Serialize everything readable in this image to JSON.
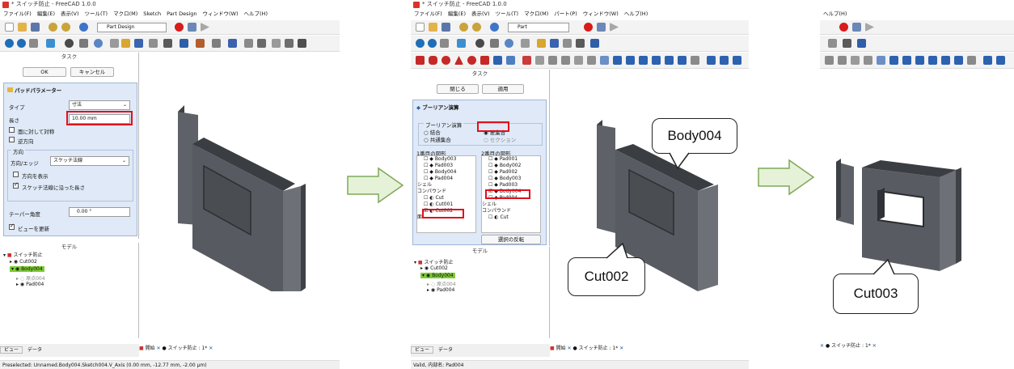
{
  "window": {
    "title": "* スイッチ防止 - FreeCAD 1.0.0"
  },
  "menu": [
    "ファイル(F)",
    "編集(E)",
    "表示(V)",
    "ツール(T)",
    "マクロ(M)",
    "Sketch",
    "Part Design",
    "ウィンドウ(W)",
    "ヘルプ(H)"
  ],
  "menu2": [
    "ファイル(F)",
    "編集(E)",
    "表示(V)",
    "ツール(T)",
    "マクロ(M)",
    "パート(P)",
    "ウィンドウ(W)",
    "ヘルプ(H)"
  ],
  "menu3": [
    "ヘルプ(H)"
  ],
  "workbench": {
    "left": "Part Design",
    "mid": "Part"
  },
  "pad": {
    "task_header": "タスク",
    "ok": "OK",
    "cancel": "キャンセル",
    "section": "パッドパラメーター",
    "type_label": "タイプ",
    "type_value": "寸法",
    "length_label": "長さ",
    "length_value": "10.00 mm",
    "symmetric": "面に対して対称",
    "reverse": "逆方向",
    "direction_group": "方向",
    "dir_edge_label": "方向/エッジ",
    "dir_edge_value": "スケッチ法線",
    "show_dir": "方向を表示",
    "along_normal": "スケッチ法線に沿った長さ",
    "taper_label": "テーパー角度",
    "taper_value": "0.00 °",
    "update_view": "ビューを更新"
  },
  "model_left": {
    "header": "モデル",
    "root": "スイッチ防止",
    "items": [
      "Cut002",
      "Body004",
      "原点004",
      "Pad004"
    ]
  },
  "tabs_left": {
    "view": "ビュー",
    "data": "データ"
  },
  "doc_tabs": {
    "start": "開始",
    "doc": "スイッチ防止 : 1*"
  },
  "status_left": "Preselected: Unnamed.Body004.Sketch004.V_Axis (0.00 mm, -12.77 mm, -2.00 μm)",
  "boolean": {
    "task_header": "タスク",
    "close": "閉じる",
    "apply": "適用",
    "section": "ブーリアン演算",
    "group": "ブーリアン演算",
    "union": "結合",
    "intersection": "共通集合",
    "cut": "差集合",
    "section_op": "セクション",
    "first_shape": "1番目の図形",
    "second_shape": "2番目の図形",
    "list1": [
      "Body003",
      "Pad003",
      "Body004",
      "Pad004"
    ],
    "list2": [
      "Pad001",
      "Body002",
      "Pad002",
      "Body003",
      "Pad003",
      "Body004",
      "Pad004"
    ],
    "shell": "シェル",
    "compound": "コンパウンド",
    "list1b": [
      "Cut",
      "Cut001",
      "Cut002"
    ],
    "solid": "面",
    "list2b": [
      "Cut"
    ],
    "swap": "選択の反転"
  },
  "model_mid": {
    "header": "モデル",
    "root": "スイッチ防止",
    "items": [
      "Cut002",
      "Body004",
      "原点004",
      "Pad004"
    ]
  },
  "status_mid": "Valid, 内部名: Pad004",
  "callouts": {
    "body004": "Body004",
    "cut002": "Cut002",
    "cut003": "Cut003"
  }
}
